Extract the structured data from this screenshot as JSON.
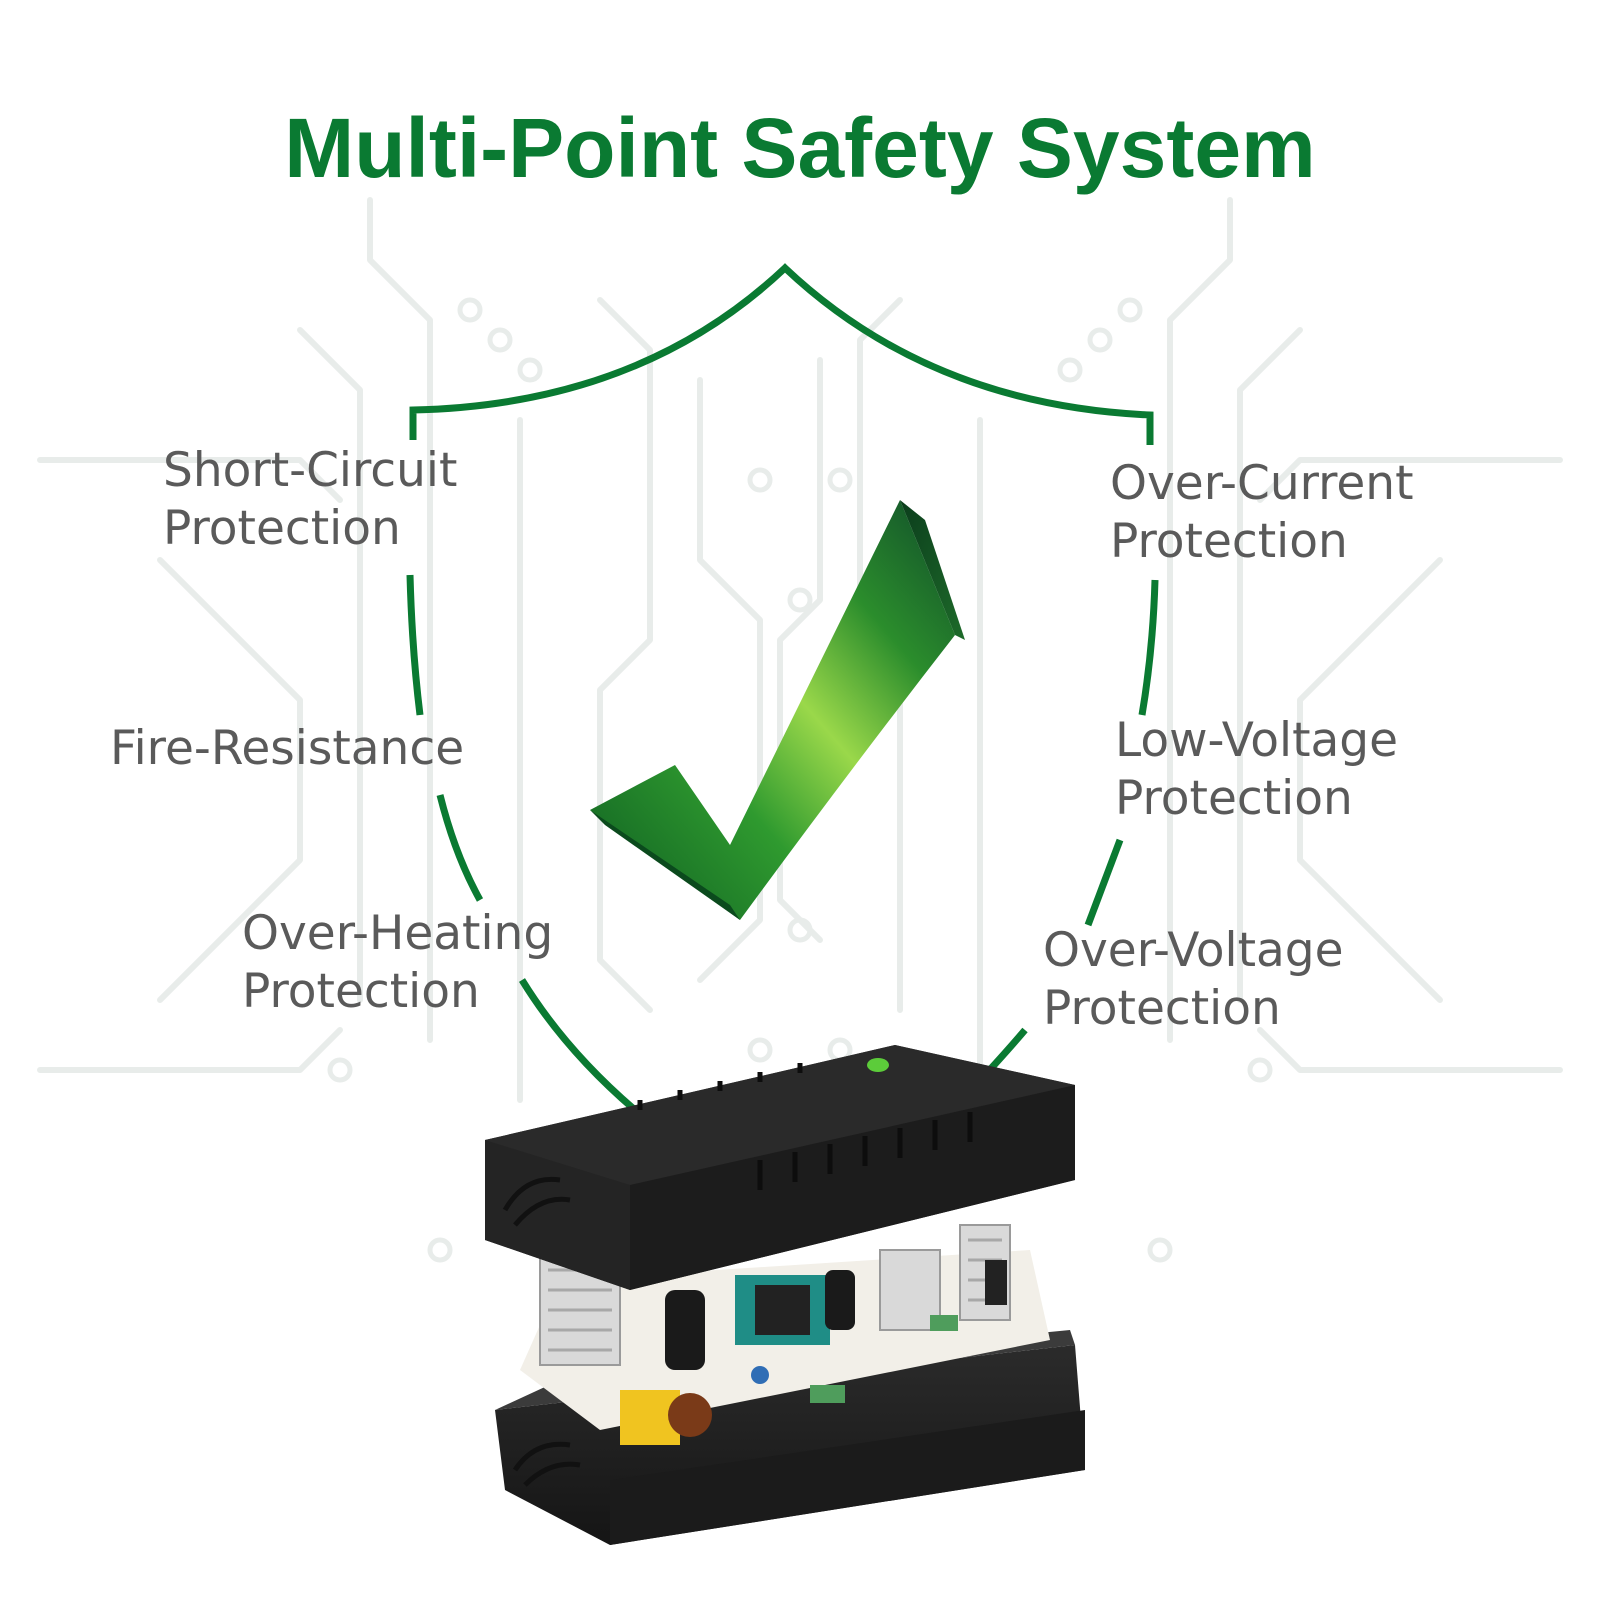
{
  "title": "Multi-Point Safety System",
  "colors": {
    "title": "#0a7a32",
    "shield": "#0a7a32",
    "text": "#5a5a5a",
    "circuit": "#e6ebe8"
  },
  "features": {
    "short_circuit": {
      "line1": "Short-Circuit",
      "line2": "Protection"
    },
    "fire": {
      "line1": "Fire-Resistance"
    },
    "over_heating": {
      "line1": "Over-Heating",
      "line2": "Protection"
    },
    "over_current": {
      "line1": "Over-Current",
      "line2": "Protection"
    },
    "low_voltage": {
      "line1": "Low-Voltage",
      "line2": "Protection"
    },
    "over_voltage": {
      "line1": "Over-Voltage",
      "line2": "Protection"
    }
  },
  "icons": {
    "check": "check-icon",
    "shield": "shield-icon",
    "device": "power-adapter-illustration"
  }
}
